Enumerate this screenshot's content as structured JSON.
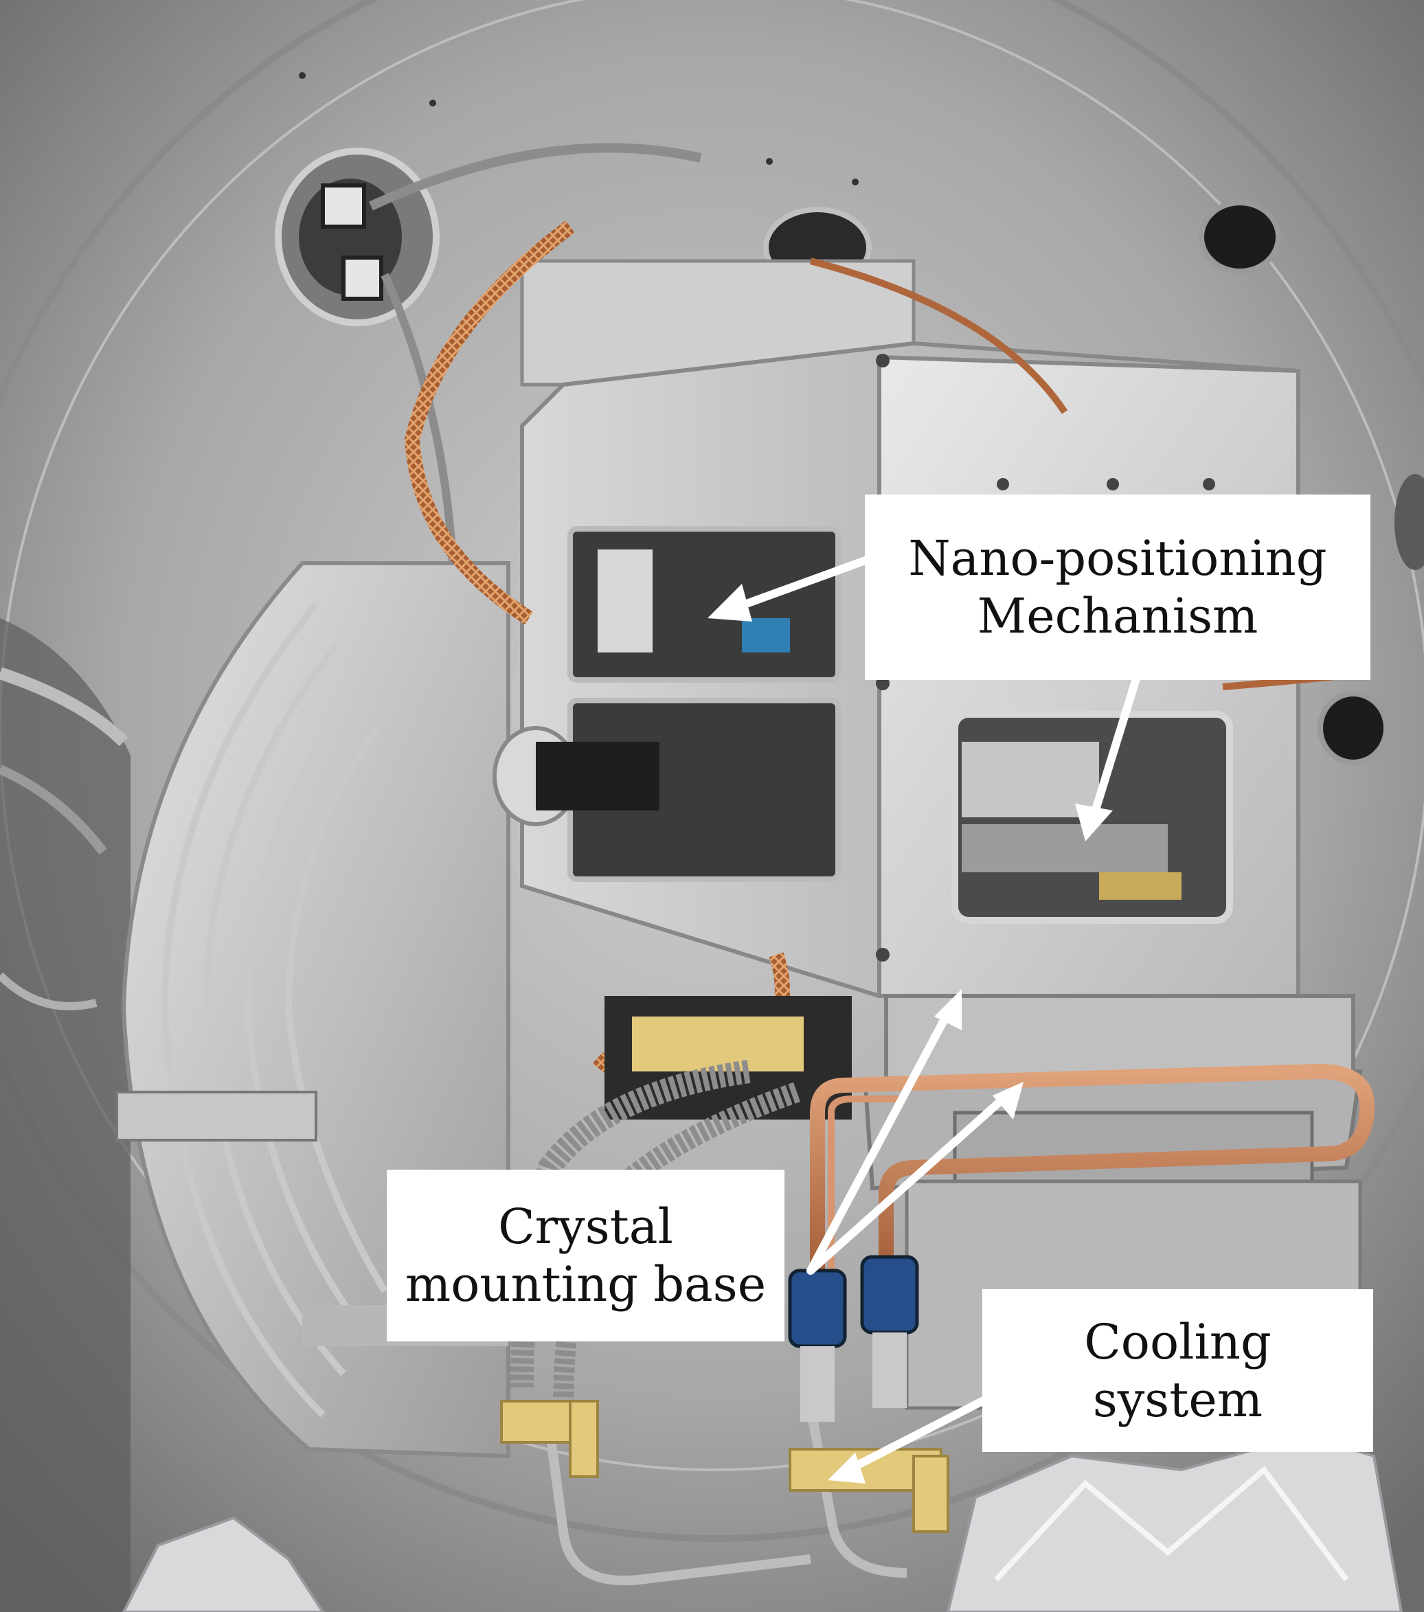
{
  "labels": {
    "nano": {
      "line1": "Nano-positioning",
      "line2": "Mechanism"
    },
    "crystal": {
      "line1": "Crystal",
      "line2": "mounting base"
    },
    "cooling": {
      "line1": "Cooling",
      "line2": "system"
    }
  },
  "colors": {
    "label_bg": "#ffffff",
    "arrow": "#ffffff",
    "chamber_metal": "#a9a9a9",
    "kapton_cable": "#b0663b",
    "copper_tube": "#c7784a",
    "peek_yellow": "#e3c97c",
    "fitting_blue": "#254e8a",
    "foil": "#d9d9dc"
  }
}
